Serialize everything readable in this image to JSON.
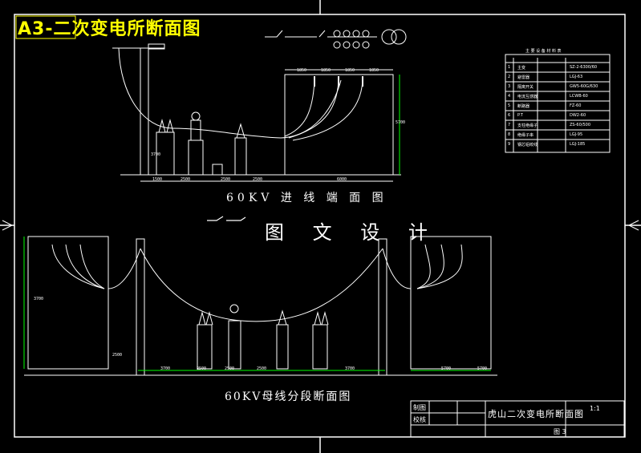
{
  "title": "A3-二次变电所断面图",
  "captions": {
    "incoming": "60KV 进 线 端 面 图",
    "watermark": "图 文 设 计",
    "bus_section": "60KV母线分段断面图"
  },
  "equipment_table": {
    "heading": "主 要 设 备 材 料 表",
    "rows": [
      {
        "no": "1",
        "name": "主变",
        "spec": "SZ-2-6300/60"
      },
      {
        "no": "2",
        "name": "避雷器",
        "spec": "LGJ-63"
      },
      {
        "no": "3",
        "name": "隔离开关",
        "spec": "GW5-60G/630"
      },
      {
        "no": "4",
        "name": "电流互感器",
        "spec": "LCWB-60"
      },
      {
        "no": "5",
        "name": "断路器",
        "spec": "FZ-60"
      },
      {
        "no": "6",
        "name": "P.T",
        "spec": "DW2-60"
      },
      {
        "no": "7",
        "name": "支柱绝缘子",
        "spec": "ZS-60/500"
      },
      {
        "no": "8",
        "name": "绝缘子串",
        "spec": "LGJ-95"
      },
      {
        "no": "9",
        "name": "钢芯铝绞线",
        "spec": "LGJ-185"
      }
    ]
  },
  "title_block": {
    "row1": "制图",
    "row2": "校核",
    "drawing_title": "虎山二次变电所断面图",
    "scale": "1:1",
    "sheet": "图 3"
  },
  "dimensions_top": [
    "1500",
    "2500",
    "2500",
    "2500",
    "6000",
    "1850",
    "1850",
    "1850",
    "1850",
    "3700",
    "5700"
  ],
  "dimensions_bottom": [
    "3700",
    "2500",
    "2500",
    "2500",
    "3700",
    "3700",
    "2500",
    "5700",
    "5700"
  ]
}
